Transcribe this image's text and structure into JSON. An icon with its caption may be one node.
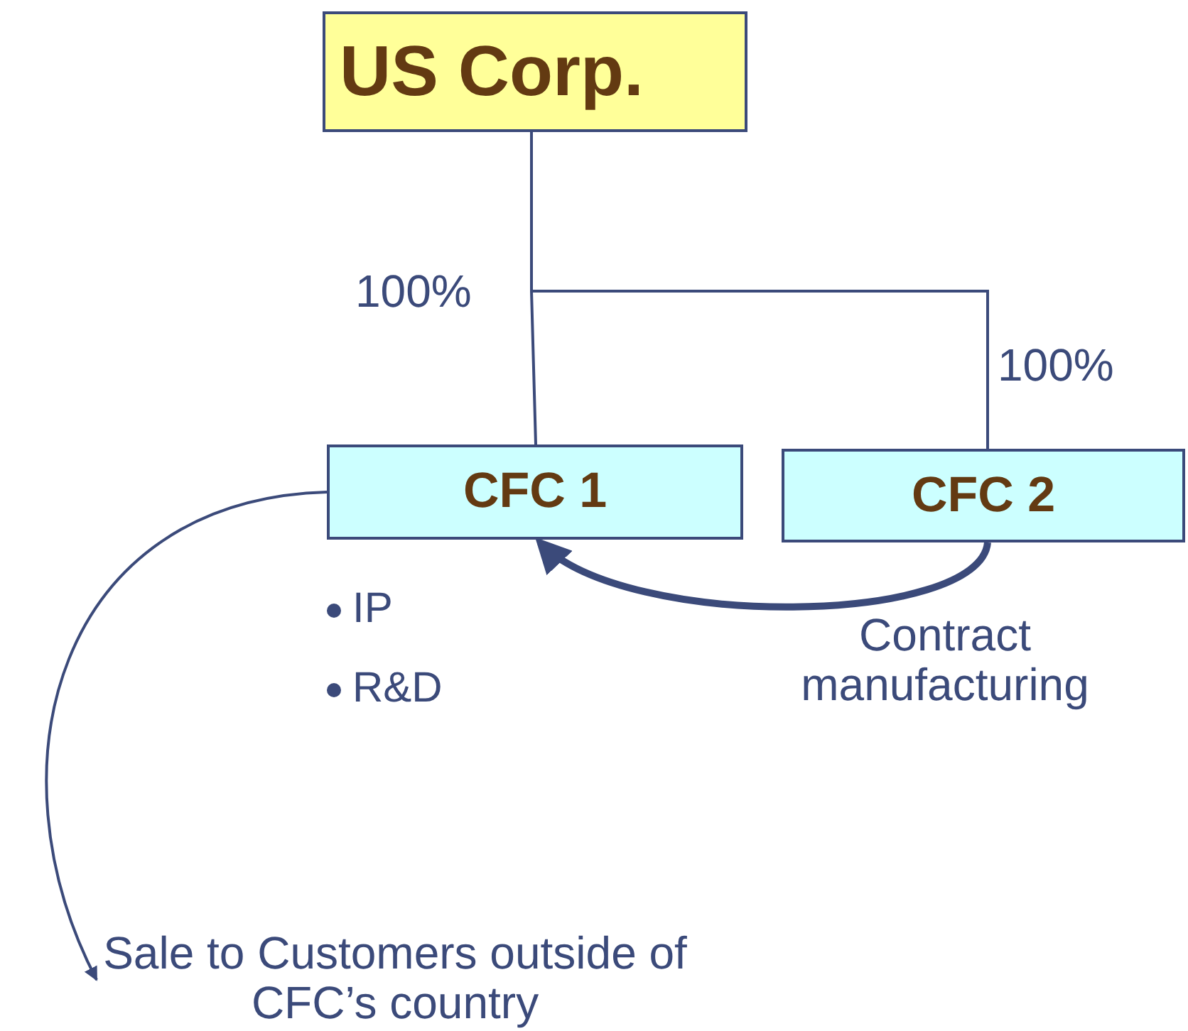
{
  "diagram": {
    "nodes": [
      {
        "text": [
          "US Corp."
        ]
      },
      {
        "text": [
          "CFC 1"
        ],
        "beside": [
          "IP",
          "R&D"
        ]
      },
      {
        "text": [
          "CFC 2"
        ]
      },
      {
        "text": [
          "Sale to Customers outside of CFC’s country"
        ]
      }
    ],
    "edges": [
      {
        "from": 0,
        "to": 1,
        "arrow": "none",
        "label": "100%"
      },
      {
        "from": 0,
        "to": 2,
        "arrow": "none",
        "label": "100%"
      },
      {
        "from": 2,
        "to": 1,
        "arrow": "to",
        "style": "thick",
        "label": "Contract manufacturing"
      },
      {
        "from": 1,
        "to": 3,
        "arrow": "to"
      }
    ]
  }
}
